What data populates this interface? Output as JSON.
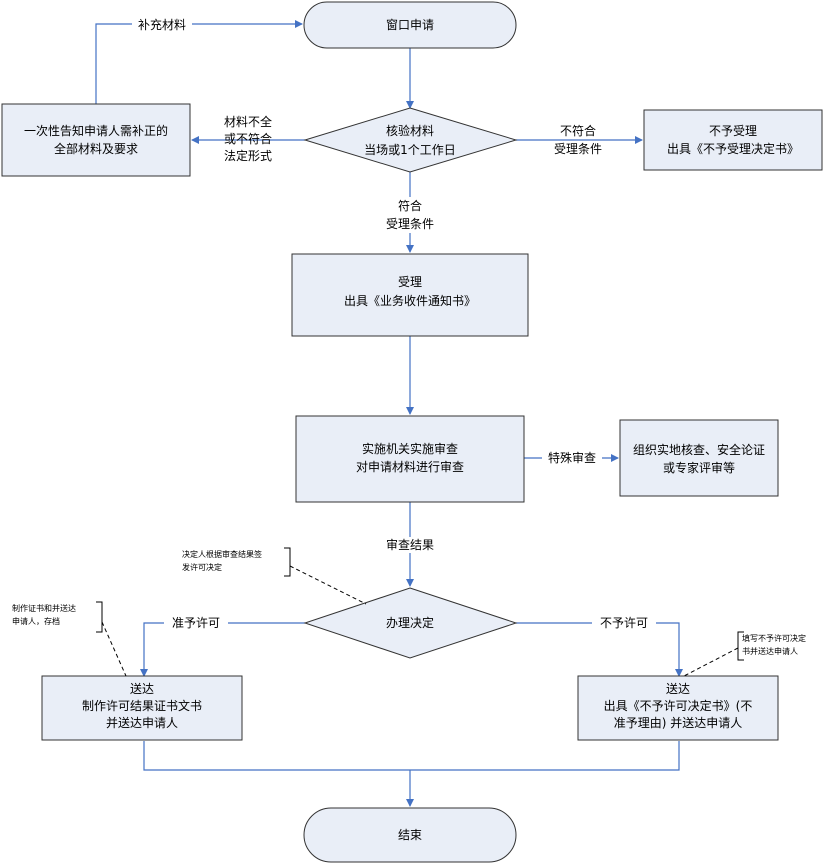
{
  "nodes": {
    "start": "窗口申请",
    "check": [
      "核验材料",
      "当场或1个工作日"
    ],
    "notify": [
      "一次性告知申请人需补正的",
      "全部材料及要求"
    ],
    "reject_accept": [
      "不予受理",
      "出具《不予受理决定书》"
    ],
    "accept": [
      "受理",
      "出具《业务收件通知书》"
    ],
    "review": [
      "实施机关实施审查",
      "对申请材料进行审查"
    ],
    "special": [
      "组织实地核查、安全论证",
      "或专家评审等"
    ],
    "decision": "办理决定",
    "deliver_ok": [
      "送达",
      "制作许可结果证书文书",
      "并送达申请人"
    ],
    "deliver_no": [
      "送达",
      "出具《不予许可决定书》(不",
      "准予理由) 并送达申请人"
    ],
    "end": "结束"
  },
  "edges": {
    "supplement": "补充材料",
    "incomplete": [
      "材料不全",
      "或不符合",
      "法定形式"
    ],
    "not_meet": [
      "不符合",
      "受理条件"
    ],
    "meet": [
      "符合",
      "受理条件"
    ],
    "special_review": "特殊审查",
    "review_result": "审查结果",
    "grant": "准予许可",
    "deny": "不予许可"
  },
  "notes": {
    "decision_note": [
      "决定人根据审查结果签",
      "发许可决定"
    ],
    "grant_note": [
      "制作证书和并送达",
      "申请人，存档"
    ],
    "deny_note": [
      "填写不予许可决定",
      "书并送达申请人"
    ]
  }
}
